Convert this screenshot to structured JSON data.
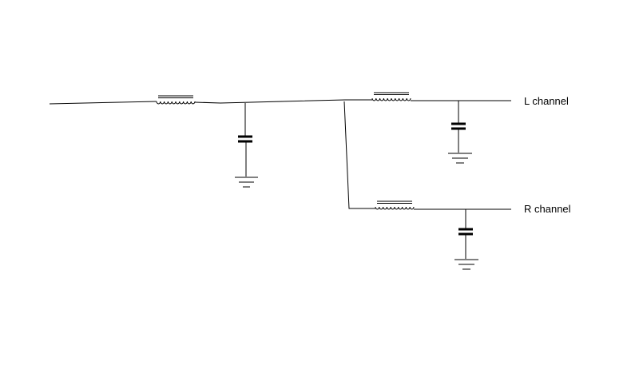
{
  "labels": {
    "left_channel": "L channel",
    "right_channel": "R channel"
  },
  "colors": {
    "wire": "#000000",
    "background": "#ffffff"
  },
  "components": {
    "inductors": [
      "main-inductor",
      "left-inductor",
      "right-inductor"
    ],
    "capacitors": [
      "main-capacitor",
      "left-capacitor",
      "right-capacitor"
    ],
    "grounds": [
      "main-ground",
      "left-ground",
      "right-ground"
    ]
  }
}
